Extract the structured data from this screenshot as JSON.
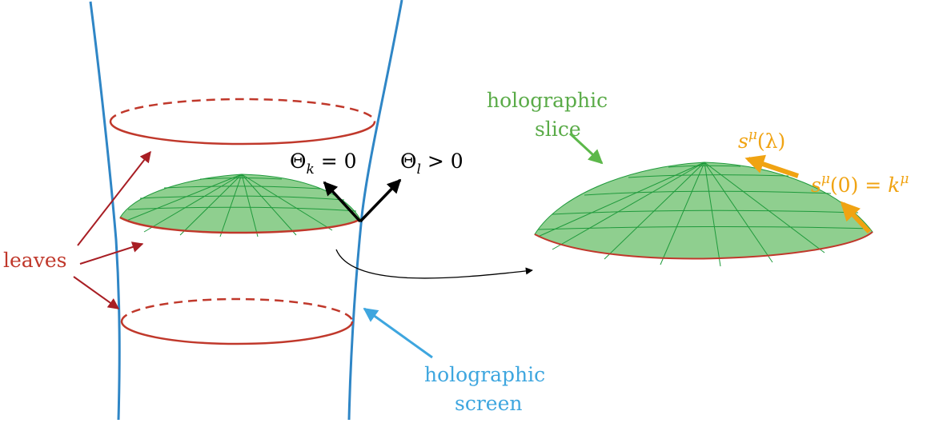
{
  "colors": {
    "screen": "#2f86c6",
    "leaf": "#c0382b",
    "slice_fill": "#8fcf8f",
    "slice_grid": "#1f9a3c",
    "slice_label": "#5aab48",
    "arrow_leaf": "#a81e24",
    "arrow_slice": "#5cb84a",
    "arrow_screen": "#3ea6df",
    "vector": "#f0a312",
    "ink": "#000000"
  },
  "labels": {
    "leaves": "leaves",
    "holographic_screen_line1": "holographic",
    "holographic_screen_line2": "screen",
    "holographic_slice_line1": "holographic",
    "holographic_slice_line2": "slice"
  },
  "math": {
    "theta_k": {
      "symbol": "Θ",
      "sub": "k",
      "rel": " = 0"
    },
    "theta_l": {
      "symbol": "Θ",
      "sub": "l",
      "rel": " > 0"
    },
    "s_lambda": {
      "base": "s",
      "sup": "μ",
      "arg": "(λ)"
    },
    "s_zero": {
      "base": "s",
      "sup": "μ",
      "arg": "(0) = ",
      "rhs": "k",
      "rhs_sup": "μ"
    }
  },
  "icons": {
    "leaf_arrows": "arrow-icon",
    "mapping_arrow": "curved-arrow-icon",
    "normal_vectors": "arrow-icon",
    "tangent_vectors": "arrow-icon"
  }
}
